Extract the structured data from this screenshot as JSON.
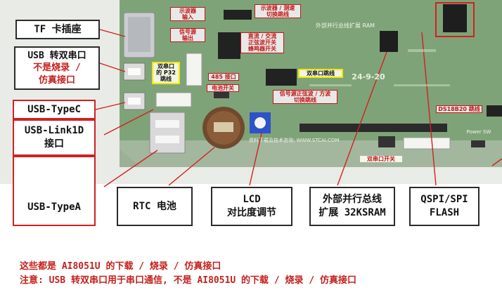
{
  "callouts": {
    "tf_card": "TF 卡插座",
    "usb_serial_line1": "USB 转双串口",
    "usb_serial_line2": "不是烧录 /",
    "usb_serial_line3": "仿真接口",
    "usb_typec": "USB-TypeC",
    "usb_link1d_line1": "USB-Link1D",
    "usb_link1d_line2": "接口",
    "usb_typea": "USB-TypeA",
    "rtc": "RTC 电池",
    "lcd_line1": "LCD",
    "lcd_line2": "对比度调节",
    "ext_bus_line1": "外部并行总线",
    "ext_bus_line2": "扩展 32KSRAM",
    "qspi_line1": "QSPI/SPI",
    "qspi_line2": "FLASH"
  },
  "board_labels": {
    "scope_input_1": "示波器",
    "scope_input_2": "输入",
    "signal_output_1": "信号源",
    "signal_output_2": "输出",
    "scope_switch_1": "示波器 / 测速",
    "scope_switch_2": "切换跳线",
    "dc_ac_1": "直流 / 交流",
    "dc_ac_2": "正弦波开关",
    "dc_ac_3": "蜂鸣器开关",
    "dual_p32_1": "双串口",
    "dual_p32_2": "的 P32",
    "dual_p32_3": "跳线",
    "port485": "485 接口",
    "battery_switch": "电池开关",
    "dual_serial_jumper": "双串口跳线",
    "sig_wave_1": "信号源正弦波 / 方波",
    "sig_wave_2": "切换跳线",
    "ds18b20": "DS18B20 跳线",
    "dual_serial_switch": "双串口开关",
    "date_print": "24-9-20",
    "ext_bus_pcb": "外部并行总线扩展 RAM",
    "website": "资料下载及技术咨询: WWW.STCAI.COM",
    "power_sw": "Power SW"
  },
  "notes": {
    "line1": "这些都是 AI8051U 的下载 / 烧录 / 仿真接口",
    "line2": "注意:  USB 转双串口用于串口通信, 不是 AI8051U 的下载 / 烧录 / 仿真接口"
  },
  "colors": {
    "pcb": "#7fa378",
    "pcb_dark": "#5f845c",
    "callout_border": "#2b2b2b",
    "red": "#d22020",
    "highlight": "#f2e600"
  }
}
